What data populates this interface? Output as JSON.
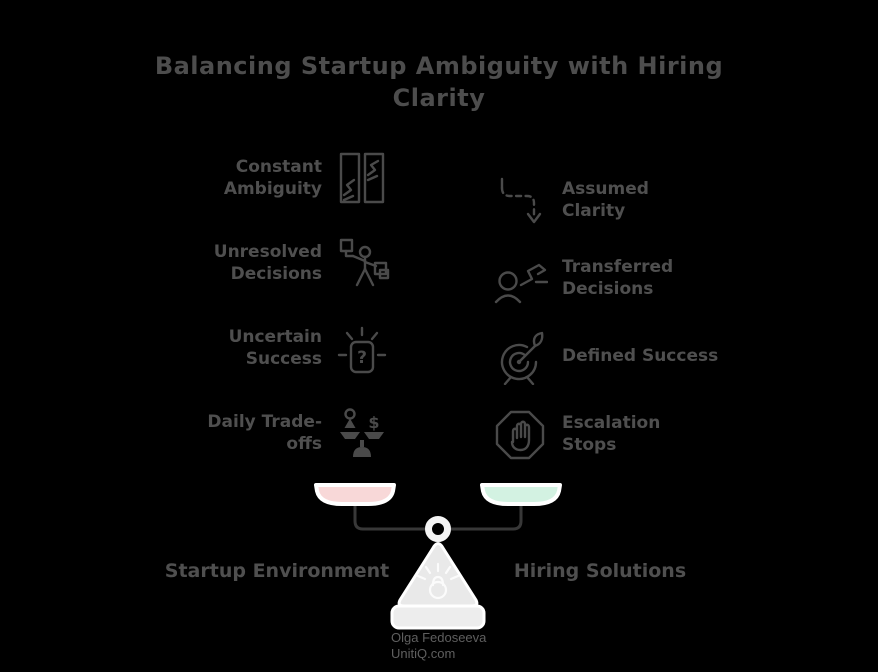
{
  "title": "Balancing Startup Ambiguity with Hiring Clarity",
  "left_column": {
    "side_label": "Startup Environment",
    "items": [
      {
        "label": "Constant Ambiguity",
        "icon": "panels-zigzag-icon"
      },
      {
        "label": "Unresolved Decisions",
        "icon": "person-juggling-boxes-icon"
      },
      {
        "label": "Uncertain Success",
        "icon": "question-card-shine-icon"
      },
      {
        "label": "Daily Trade-offs",
        "icon": "mini-balance-person-dollar-icon"
      }
    ]
  },
  "right_column": {
    "side_label": "Hiring Solutions",
    "items": [
      {
        "label": "Assumed Clarity",
        "icon": "dashed-elbow-arrow-down-icon"
      },
      {
        "label": "Transferred Decisions",
        "icon": "person-forward-arrow-icon"
      },
      {
        "label": "Defined Success",
        "icon": "target-dart-icon"
      },
      {
        "label": "Escalation Stops",
        "icon": "stop-hand-octagon-icon"
      }
    ]
  },
  "glyphs": {
    "question": "?",
    "dollar": "$"
  },
  "attribution": {
    "author": "Olga Fedoseeva",
    "site": "UnitiQ.com"
  },
  "colors": {
    "background": "#000000",
    "title_text": "#4d4d4d",
    "item_text": "#4f4f4f",
    "icon_stroke": "#4a4a4a",
    "beam": "#383838",
    "left_pan_fill": "#f8d8d8",
    "right_pan_fill": "#d3f2e2",
    "pan_outline": "#ffffff",
    "stand_fill": "#e9e9e9",
    "pedestal_fill": "#ededed",
    "stand_outline": "#ffffff",
    "bulb_stroke": "#fbfbfb"
  }
}
